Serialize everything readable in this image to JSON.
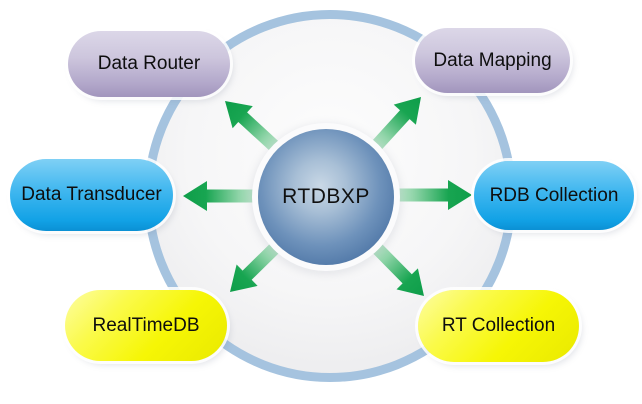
{
  "diagram": {
    "center_label": "RTDBXP",
    "nodes": [
      {
        "label": "Data Router",
        "color_group": "purple"
      },
      {
        "label": "Data Mapping",
        "color_group": "purple"
      },
      {
        "label": "Data Transducer",
        "color_group": "blue"
      },
      {
        "label": "RDB Collection",
        "color_group": "blue"
      },
      {
        "label": "RealTimeDB",
        "color_group": "yellow"
      },
      {
        "label": "RT Collection",
        "color_group": "yellow"
      }
    ],
    "colors": {
      "node_purple": "#b2a7ca",
      "node_blue": "#12a2e6",
      "node_yellow": "#f6f605",
      "arrow_green": "#12a350",
      "ring_blue": "#a5c3df",
      "sphere_blue": "#4a72a3",
      "background": "#ffffff"
    }
  }
}
